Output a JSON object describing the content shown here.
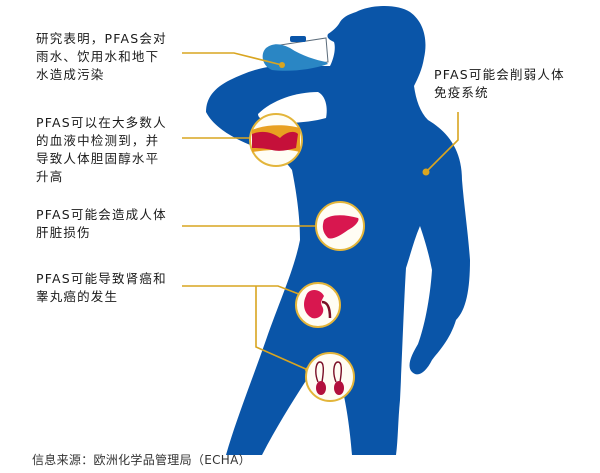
{
  "colors": {
    "body": "#0a55a8",
    "connector": "#d9a520",
    "organ": "#d8174f",
    "organ_dark": "#8a1030",
    "circle_fill": "#fffdf4",
    "circle_ring": "#e3b53a",
    "bottle": "#2a86c4",
    "text": "#1a1a1a"
  },
  "callouts": [
    {
      "id": "water",
      "text": "研究表明，PFAS会对\n雨水、饮用水和地下\n水造成污染",
      "icon": "water-bottle-icon"
    },
    {
      "id": "blood",
      "text": "PFAS可以在大多数人\n的血液中检测到，并\n导致人体胆固醇水平\n升高",
      "icon": "blood-vessel-icon"
    },
    {
      "id": "liver",
      "text": "PFAS可能会造成人体\n肝脏损伤",
      "icon": "liver-icon"
    },
    {
      "id": "kidney-testis",
      "text": "PFAS可能导致肾癌和\n睾丸癌的发生",
      "icon": "kidney-icon"
    },
    {
      "id": "immune",
      "text": "PFAS可能会削弱人体\n免疫系统",
      "icon": "immune-system-icon"
    }
  ],
  "source": "信息来源：欧洲化学品管理局（ECHA）"
}
